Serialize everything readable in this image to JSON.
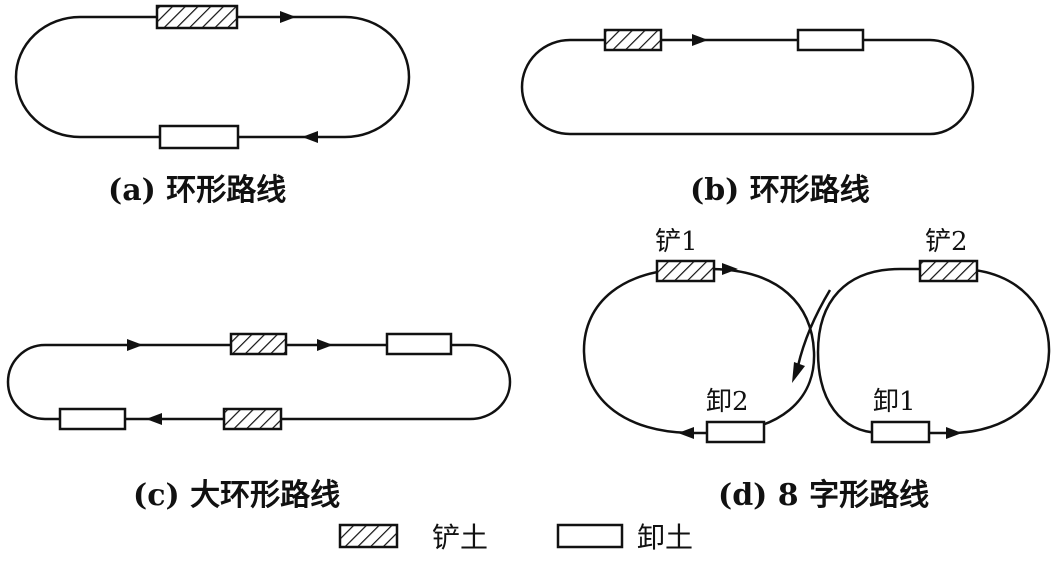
{
  "panels": {
    "a": {
      "caption": "(a) 环形路线"
    },
    "b": {
      "caption": "(b) 环形路线"
    },
    "c": {
      "caption": "(c) 大环形路线"
    },
    "d": {
      "caption": "(d) 8 字形路线",
      "dig1_label": "铲1",
      "dig2_label": "铲2",
      "dump1_label": "卸1",
      "dump2_label": "卸2"
    }
  },
  "legend": {
    "dig_label": "铲土",
    "dump_label": "卸土"
  },
  "colors": {
    "line": "#111111",
    "background": "#ffffff"
  }
}
